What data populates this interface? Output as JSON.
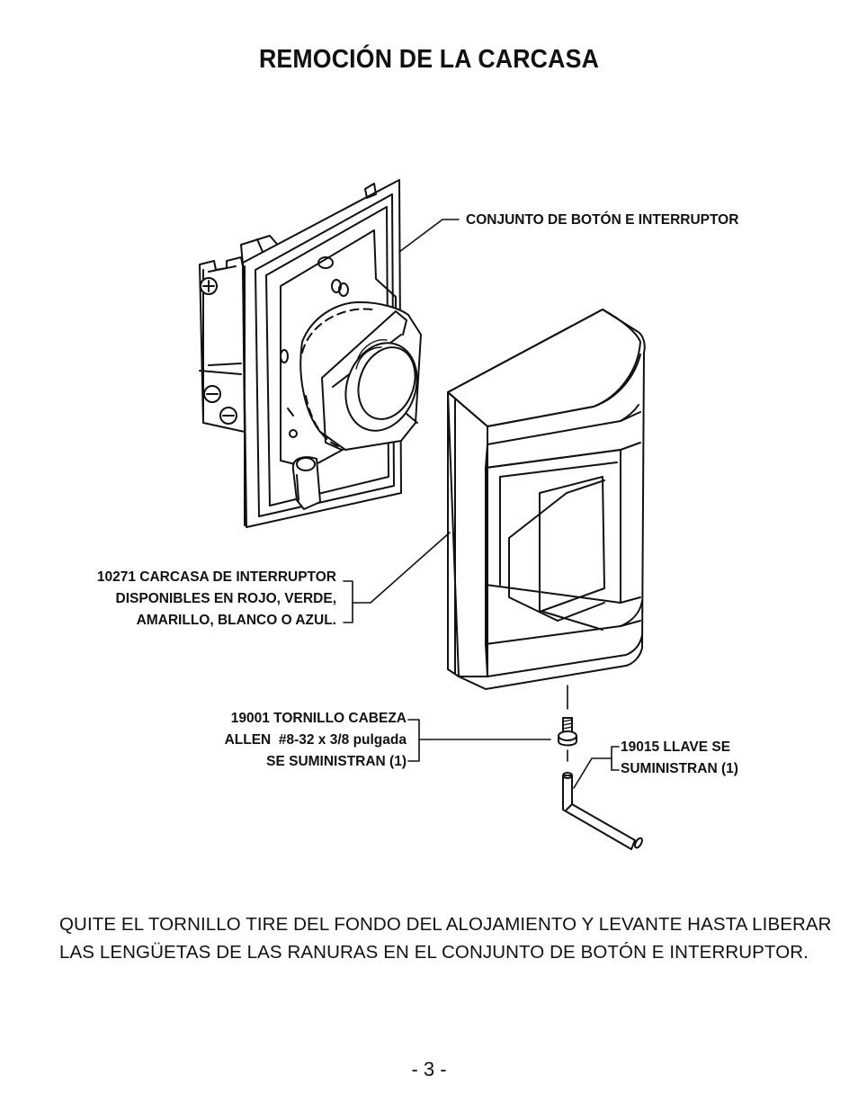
{
  "title": "REMOCIÓN DE LA CARCASA",
  "callouts": {
    "switch_assembly": "CONJUNTO DE BOTÓN E INTERRUPTOR",
    "housing": {
      "line1": "10271 CARCASA DE INTERRUPTOR",
      "line2": "DISPONIBLES EN ROJO, VERDE,",
      "line3": "AMARILLO, BLANCO O AZUL."
    },
    "screw": {
      "line1": "19001 TORNILLO CABEZA",
      "line2": "ALLEN  #8-32 x 3/8 pulgada",
      "line3": "SE SUMINISTRAN (1)"
    },
    "wrench": {
      "line1": "19015 LLAVE SE",
      "line2": "SUMINISTRAN (1)"
    }
  },
  "instructions": {
    "line1": "QUITE EL TORNILLO TIRE DEL FONDO DEL ALOJAMIENTO Y LEVANTE HASTA LIBERAR",
    "line2": "LAS LENGÜETAS DE LAS RANURAS EN EL CONJUNTO DE BOTÓN E INTERRUPTOR."
  },
  "page_number": "- 3 -"
}
